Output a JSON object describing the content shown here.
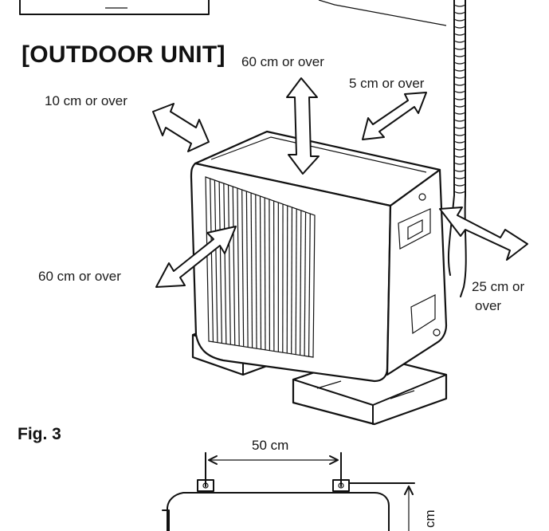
{
  "heading": "[OUTDOOR UNIT]",
  "figure_label": "Fig. 3",
  "clearances": {
    "top": "60 cm or over",
    "back_right": "5 cm or over",
    "left": "10 cm or over",
    "front": "60 cm or over",
    "right_line1": "25 cm or",
    "right_line2": "over"
  },
  "bottom_diagram": {
    "width_dim": "50 cm",
    "height_dim_fragment": "cm"
  }
}
